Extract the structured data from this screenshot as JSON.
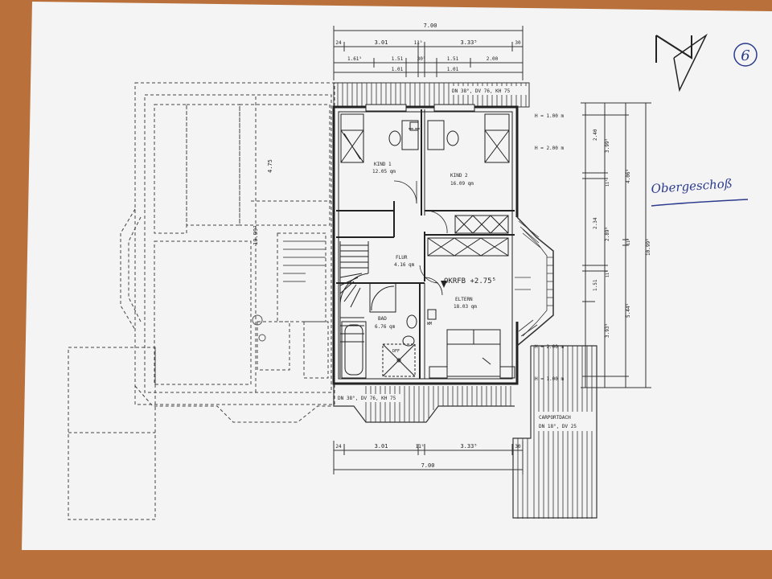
{
  "page_number": "6",
  "floor_title": "Obergeschoß",
  "colors": {
    "table": "#b9703a",
    "paper": "#f4f4f4",
    "ink": "#222222",
    "pen": "#2b3a8c"
  },
  "dimensions_top": {
    "overall": "7.00",
    "row1": [
      "24",
      "3.01",
      "11⁵",
      "3.33⁵",
      "30"
    ],
    "row2": [
      "1.61⁵",
      "1.51",
      "30⁵",
      "1.51",
      "2.00"
    ],
    "row3": [
      "1.01",
      "1.01"
    ]
  },
  "dimensions_bottom": {
    "row1": [
      "24",
      "3.01",
      "11⁵",
      "3.33⁵",
      "30"
    ],
    "overall": "7.00"
  },
  "dimensions_right": {
    "col1": [
      "2.40",
      "2.34",
      "1.51"
    ],
    "col2": [
      "3.99⁵",
      "11⁵",
      "2.89⁵",
      "11⁵",
      "3.93⁵"
    ],
    "col3": [
      "4.06⁵",
      "11⁵",
      "5.44⁵"
    ],
    "total": "10.99⁵"
  },
  "roof_labels": {
    "top": "DN 38°, DV 76, KH 75",
    "bottom": "DN 38°, DV 76, KH 75",
    "carport_title": "CARPORTDACH",
    "carport_spec": "DN 18°, DV 25"
  },
  "heights": {
    "h1": "H = 1.00 m",
    "h2": "H = 2.00 m",
    "h3": "H = 2.00 m",
    "h4": "H = 1.00 m"
  },
  "rooms": {
    "kind1": {
      "name": "KIND 1",
      "area": "12.05 qm"
    },
    "kind2": {
      "name": "KIND 2",
      "area": "16.09 qm"
    },
    "flur": {
      "name": "FLUR",
      "area": "4.16 qm"
    },
    "bad": {
      "name": "BAD",
      "area": "6.76 qm"
    },
    "eltern": {
      "name": "ELTERN",
      "area": "18.03 qm"
    }
  },
  "level_mark": "OKRFB +2.75⁵",
  "misc": {
    "dff": "DFF",
    "wm": "WM"
  },
  "left_dims": {
    "d1": "4.75",
    "d2": "10.99⁵"
  }
}
